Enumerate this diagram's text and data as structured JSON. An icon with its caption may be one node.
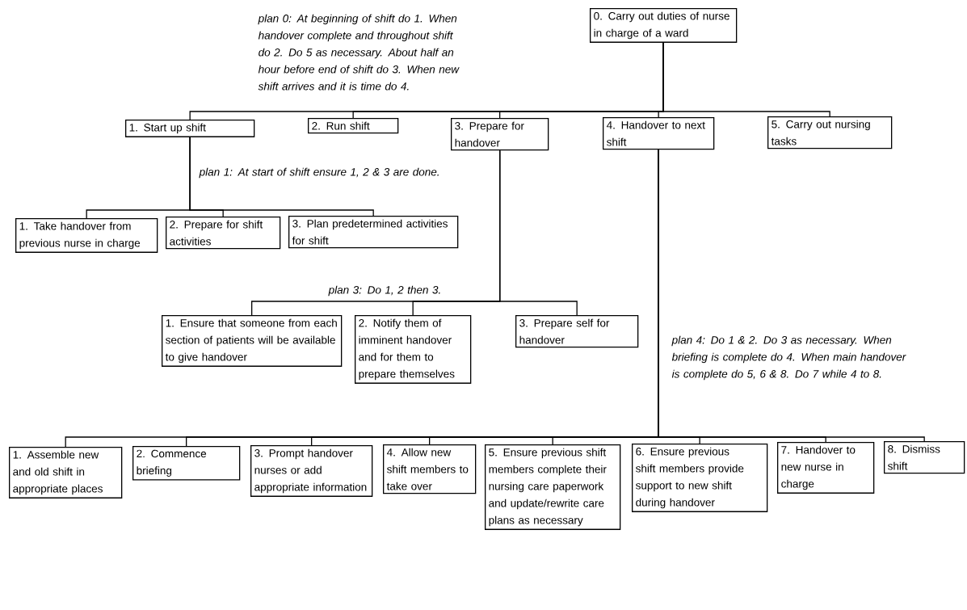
{
  "diagram": {
    "nodes": [
      {
        "text": [
          "0. Carry out duties of nurse in charge of a ward"
        ]
      },
      {
        "text": [
          "1. Start up shift"
        ]
      },
      {
        "text": [
          "2. Run shift"
        ]
      },
      {
        "text": [
          "3. Prepare for handover"
        ]
      },
      {
        "text": [
          "4. Handover to next shift"
        ]
      },
      {
        "text": [
          "5. Carry out nursing tasks"
        ]
      },
      {
        "text": [
          "1. Take handover from previous nurse in charge"
        ]
      },
      {
        "text": [
          "2. Prepare for shift activities"
        ]
      },
      {
        "text": [
          "3. Plan predetermined activities for shift"
        ]
      },
      {
        "text": [
          "1. Ensure that someone from each section of patients will be available to give handover"
        ]
      },
      {
        "text": [
          "2. Notify them of imminent handover and for them to prepare themselves"
        ]
      },
      {
        "text": [
          "3. Prepare self for handover"
        ]
      },
      {
        "text": [
          "1. Assemble new and old shift in appropriate places"
        ]
      },
      {
        "text": [
          "2. Commence briefing"
        ]
      },
      {
        "text": [
          "3. Prompt handover nurses or add appropriate information"
        ]
      },
      {
        "text": [
          "4. Allow new shift members to take over"
        ]
      },
      {
        "text": [
          "5. Ensure previous shift members complete their nursing care paperwork and update/rewrite care plans as necessary"
        ]
      },
      {
        "text": [
          "6. Ensure previous shift members provide support to new shift during handover"
        ]
      },
      {
        "text": [
          "7. Handover to new nurse in charge"
        ]
      },
      {
        "text": [
          "8. Dismiss shift"
        ]
      }
    ],
    "edges": [
      {
        "from": 0,
        "to": 1,
        "arrow": "none"
      },
      {
        "from": 0,
        "to": 2,
        "arrow": "none"
      },
      {
        "from": 0,
        "to": 3,
        "arrow": "none"
      },
      {
        "from": 0,
        "to": 4,
        "arrow": "none"
      },
      {
        "from": 0,
        "to": 5,
        "arrow": "none"
      },
      {
        "from": 1,
        "to": 6,
        "arrow": "none"
      },
      {
        "from": 1,
        "to": 7,
        "arrow": "none"
      },
      {
        "from": 1,
        "to": 8,
        "arrow": "none"
      },
      {
        "from": 3,
        "to": 9,
        "arrow": "none"
      },
      {
        "from": 3,
        "to": 10,
        "arrow": "none"
      },
      {
        "from": 3,
        "to": 11,
        "arrow": "none"
      },
      {
        "from": 4,
        "to": 12,
        "arrow": "none"
      },
      {
        "from": 4,
        "to": 13,
        "arrow": "none"
      },
      {
        "from": 4,
        "to": 14,
        "arrow": "none"
      },
      {
        "from": 4,
        "to": 15,
        "arrow": "none"
      },
      {
        "from": 4,
        "to": 16,
        "arrow": "none"
      },
      {
        "from": 4,
        "to": 17,
        "arrow": "none"
      },
      {
        "from": 4,
        "to": 18,
        "arrow": "none"
      },
      {
        "from": 4,
        "to": 19,
        "arrow": "none"
      }
    ],
    "labels": [
      "plan 0: At beginning of shift do 1. When handover complete and throughout shift do 2. Do 5 as necessary. About half an hour before end of shift do 3. When new shift arrives and it is time do 4.",
      "plan 1: At start of shift ensure 1, 2 & 3 are done.",
      "plan 3: Do 1, 2 then 3.",
      "plan 4: Do 1 & 2. Do 3 as necessary. When briefing is complete do 4. When main handover is complete do 5, 6 & 8. Do 7 while 4 to 8."
    ]
  }
}
